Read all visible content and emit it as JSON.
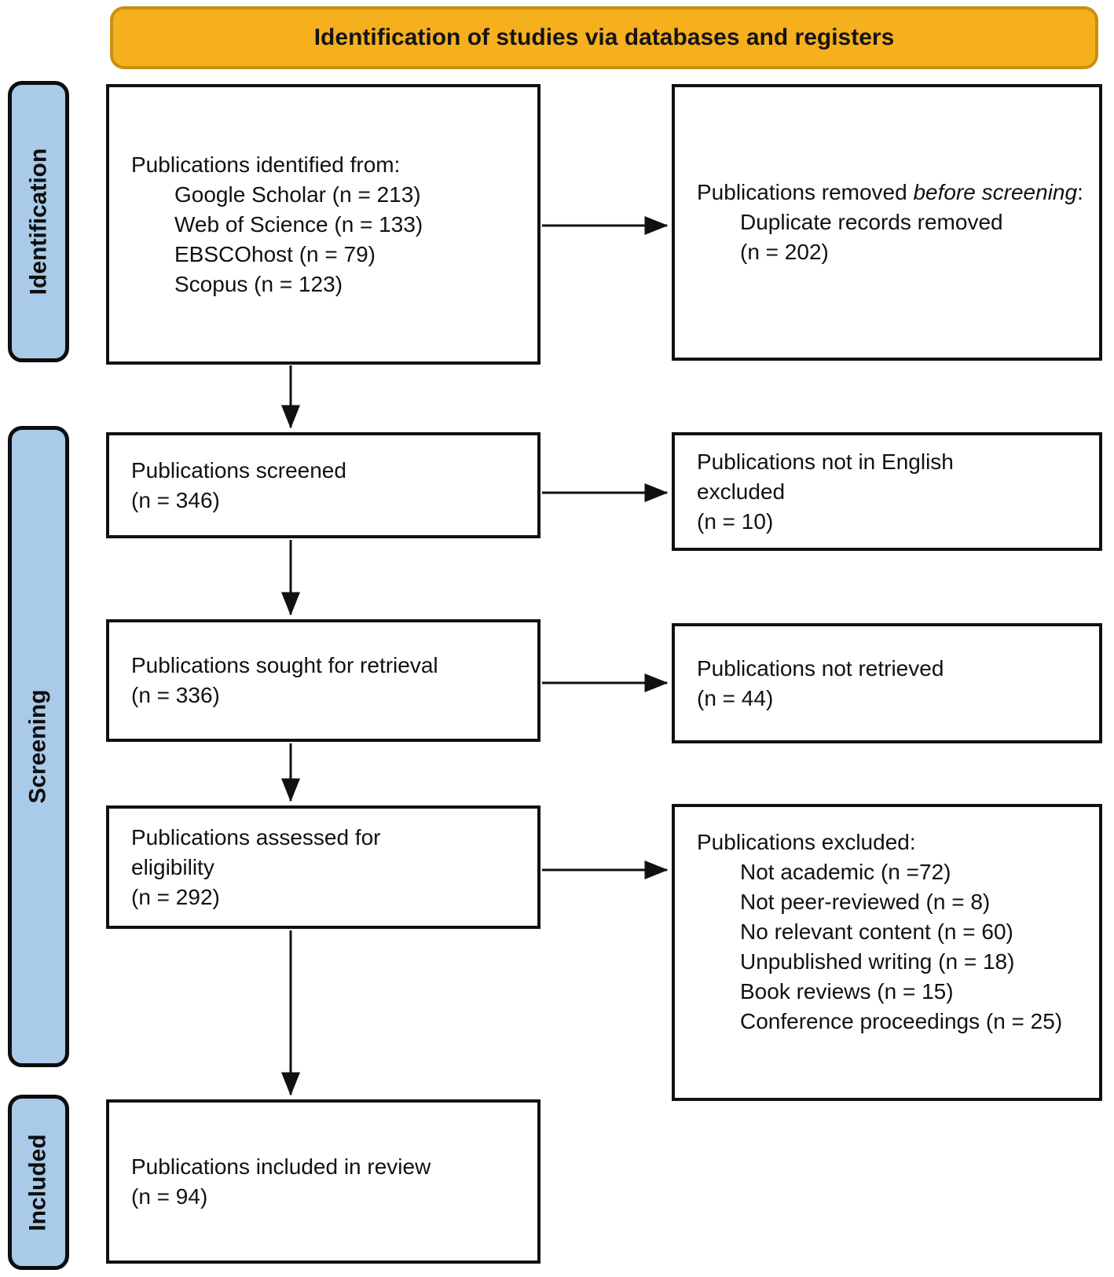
{
  "banner": {
    "title": "Identification of studies via databases and registers"
  },
  "stages": {
    "identification": "Identification",
    "screening": "Screening",
    "included": "Included"
  },
  "boxes": {
    "identified": {
      "heading": "Publications identified from:",
      "items": [
        "Google Scholar (n = 213)",
        "Web of Science (n = 133)",
        "EBSCOhost (n = 79)",
        "Scopus (n = 123)"
      ]
    },
    "removed": {
      "prefix": "Publications removed ",
      "italic": "before screening",
      "suffix": ":",
      "items": [
        "Duplicate records removed",
        "(n = 202)"
      ]
    },
    "screened": {
      "text": "Publications screened\n(n = 346)"
    },
    "not_english": {
      "text": "Publications not in English\nexcluded\n(n = 10)"
    },
    "sought": {
      "text": "Publications sought for retrieval\n(n = 336)"
    },
    "not_retrieved": {
      "text": "Publications not retrieved\n(n = 44)"
    },
    "assessed": {
      "text": "Publications assessed for\neligibility\n(n = 292)"
    },
    "excluded": {
      "heading": "Publications excluded:",
      "items": [
        "Not academic (n =72)",
        "Not peer-reviewed (n = 8)",
        "No relevant content (n = 60)",
        "Unpublished writing (n = 18)",
        "Book reviews (n = 15)",
        "Conference proceedings (n = 25)"
      ]
    },
    "included": {
      "text": "Publications included in review\n(n = 94)"
    }
  },
  "colors": {
    "banner_bg": "#F6B01E",
    "banner_border": "#C8900F",
    "stage_bg": "#A9CAE9",
    "box_border": "#111111",
    "arrow": "#111111"
  }
}
